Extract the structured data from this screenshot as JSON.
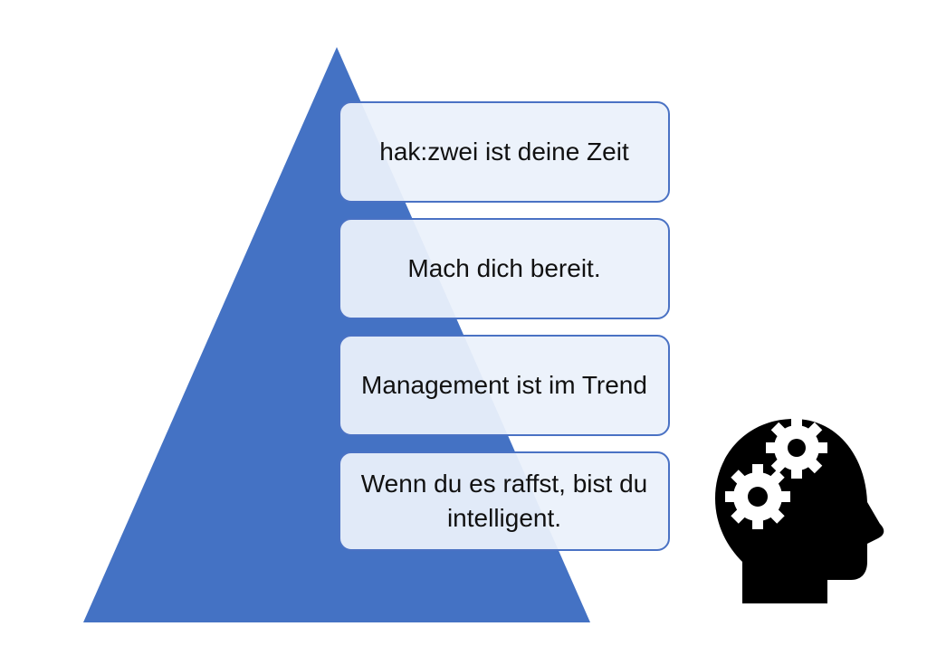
{
  "diagram": {
    "pyramid_color": "#4472c4",
    "box_border_color": "#4a72c4",
    "box_fill_color": "#ebf1fb",
    "levels": [
      {
        "label": "hak:zwei ist deine Zeit"
      },
      {
        "label": "Mach dich bereit."
      },
      {
        "label": "Management ist im Trend"
      },
      {
        "label": "Wenn du es raffst, bist du intelligent."
      }
    ],
    "icon": "head-with-gears-icon"
  }
}
